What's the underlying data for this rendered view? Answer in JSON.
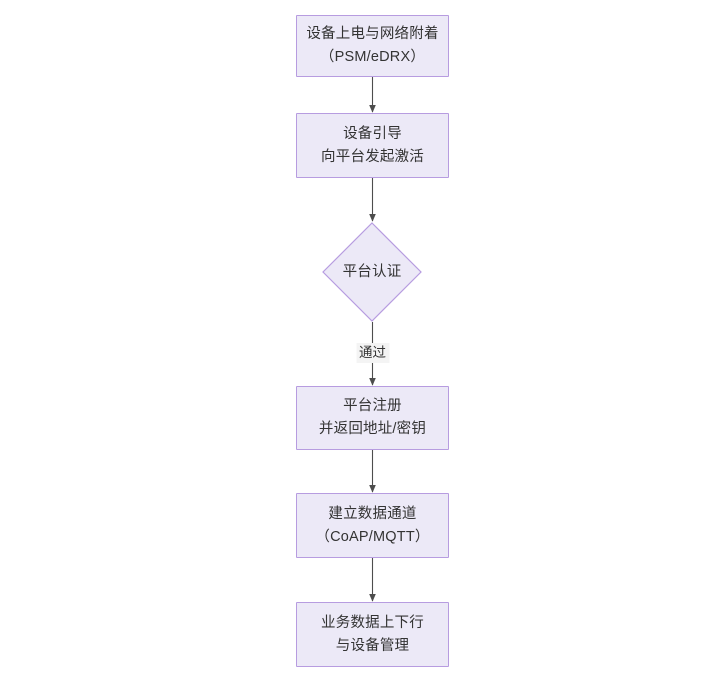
{
  "diagram": {
    "type": "flowchart",
    "orientation": "top-to-bottom",
    "background_color": "#ffffff",
    "node_fill_color": "#ece9f7",
    "node_border_color": "#b79ce0",
    "text_color": "#333333",
    "edge_color": "#4d4d4d",
    "nodes": [
      {
        "id": "n1",
        "shape": "rectangle",
        "label": "设备上电与网络附着\n（PSM/eDRX）",
        "line1": "设备上电与网络附着",
        "line2": "（PSM/eDRX）"
      },
      {
        "id": "n2",
        "shape": "rectangle",
        "label": "设备引导\n向平台发起激活",
        "line1": "设备引导",
        "line2": "向平台发起激活"
      },
      {
        "id": "n3",
        "shape": "diamond",
        "label": "平台认证",
        "line1": "平台认证",
        "line2": ""
      },
      {
        "id": "n4",
        "shape": "rectangle",
        "label": "平台注册\n并返回地址/密钥",
        "line1": "平台注册",
        "line2": "并返回地址/密钥"
      },
      {
        "id": "n5",
        "shape": "rectangle",
        "label": "建立数据通道\n（CoAP/MQTT）",
        "line1": "建立数据通道",
        "line2": "（CoAP/MQTT）"
      },
      {
        "id": "n6",
        "shape": "rectangle",
        "label": "业务数据上下行\n与设备管理",
        "line1": "业务数据上下行",
        "line2": "与设备管理"
      }
    ],
    "edges": [
      {
        "id": "e1",
        "from": "n1",
        "to": "n2",
        "label": ""
      },
      {
        "id": "e2",
        "from": "n2",
        "to": "n3",
        "label": ""
      },
      {
        "id": "e3",
        "from": "n3",
        "to": "n4",
        "label": "通过"
      },
      {
        "id": "e4",
        "from": "n4",
        "to": "n5",
        "label": ""
      },
      {
        "id": "e5",
        "from": "n5",
        "to": "n6",
        "label": ""
      }
    ]
  }
}
